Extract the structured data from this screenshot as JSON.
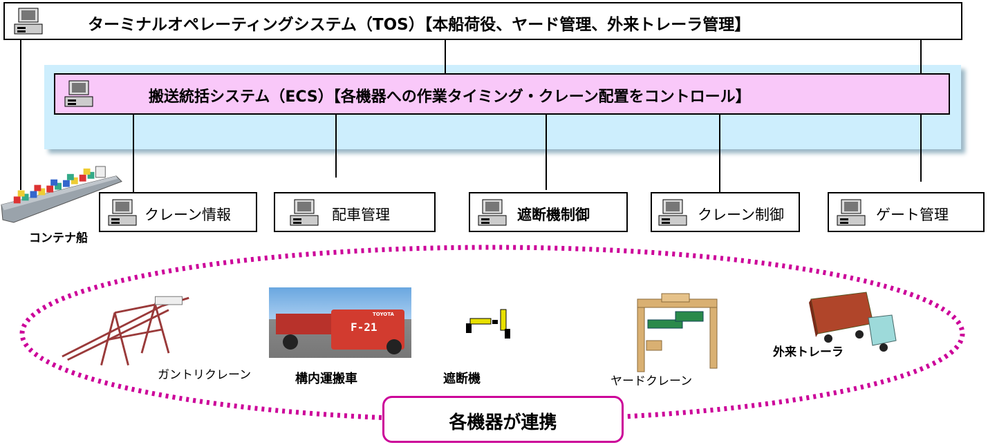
{
  "tos": {
    "title": "ターミナルオペレーティングシステム（TOS）【本船荷役、ヤード管理、外来トレーラ管理】"
  },
  "ecs": {
    "title": "搬送統括システム（ECS）【各機器への作業タイミング・クレーン配置をコントロール】"
  },
  "ship": {
    "label": "コンテナ船"
  },
  "subsystems": [
    {
      "label": "クレーン情報"
    },
    {
      "label": "配車管理"
    },
    {
      "label": "遮断機制御"
    },
    {
      "label": "クレーン制御"
    },
    {
      "label": "ゲート管理"
    }
  ],
  "equipment": [
    {
      "label": "ガントリクレーン"
    },
    {
      "label": "構内運搬車"
    },
    {
      "label": "遮断機"
    },
    {
      "label": "ヤードクレーン"
    },
    {
      "label": "外来トレーラ"
    }
  ],
  "vehicle_plate": "F-21",
  "vehicle_brand": "TOYOTA",
  "cooperation": {
    "label": "各機器が連携"
  },
  "colors": {
    "ecs_bg": "#f9c8f9",
    "ecs_panel": "#cdeefd",
    "dots": "#cc0099",
    "frame": "#cc0099"
  }
}
